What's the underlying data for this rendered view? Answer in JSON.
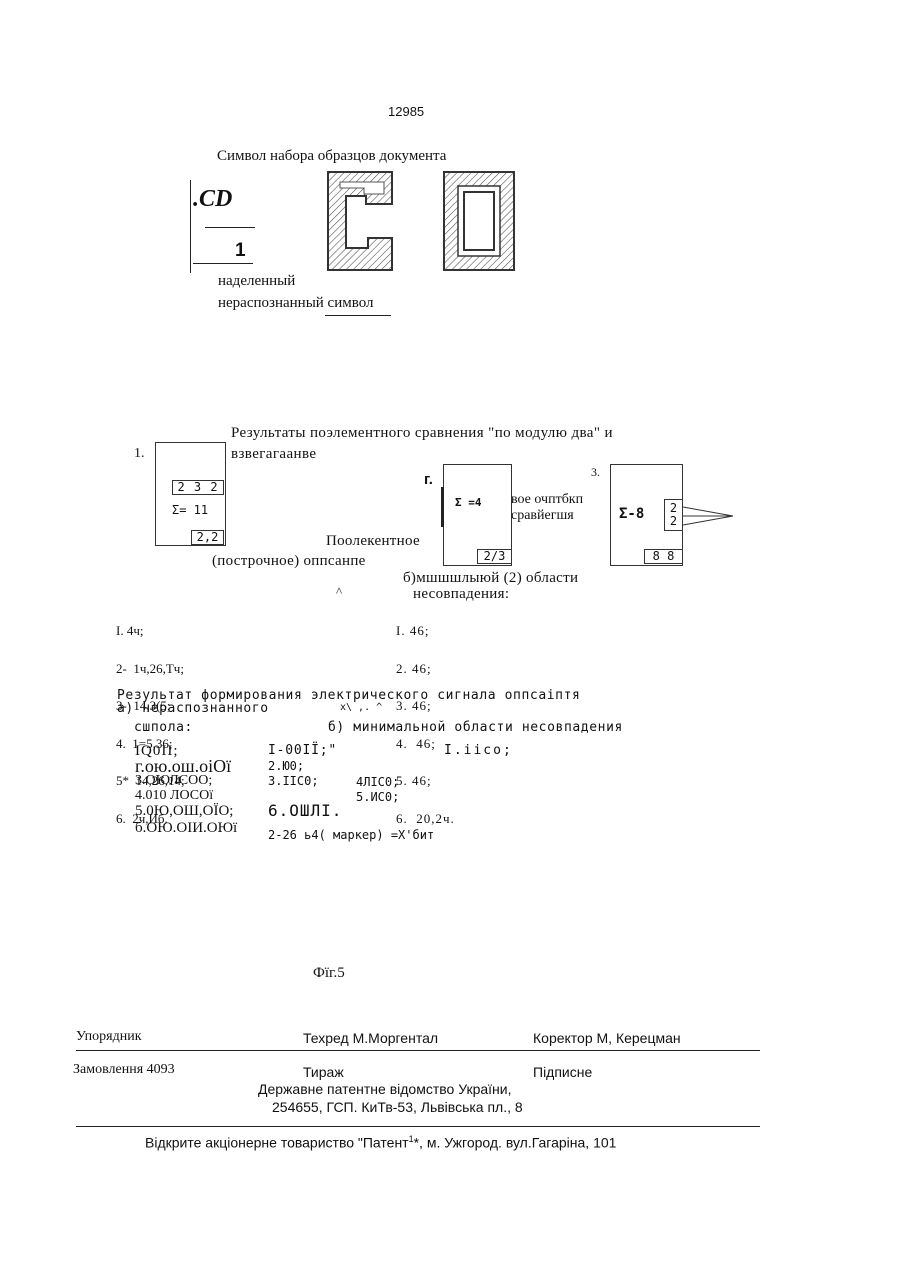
{
  "page_number": "12985",
  "fig1": {
    "title": "Символ набора образцов документа",
    "cd_label": ".CD",
    "one_label": "1",
    "caption_line1": "наделенный",
    "caption_line2": "нераспознанный символ"
  },
  "fig2": {
    "title_line1": "Результаты поэлементного сравнения \"по модулю два\" и",
    "title_line2": "взвегагаанве",
    "box1": {
      "num": "1.",
      "cells_top": "2 3 2",
      "sigma": "Σ= 11",
      "cell_bottom": "2,2"
    },
    "box2": {
      "num": "г.",
      "sigma": "Σ =4",
      "cell_bottom": "2/3"
    },
    "box3": {
      "num": "3.",
      "sigma": "Σ-8",
      "cell_side": "2 2",
      "cell_bottom": "8 8"
    },
    "side_text1": "вое очптбкп",
    "side_text2": "сравйегшя",
    "caption_mid": "Поолекентное",
    "caption_left": "(построчное) оппсанпе",
    "caption_right1": "б)мшшшлыюй   (2) области",
    "caption_right2": "несовпадения:",
    "caret": "^"
  },
  "list_left": [
    "I. 4ч;",
    "2-  1ч,26,Тч;",
    "3-  14,3(5;",
    "4.  1=5,36;",
    "5*  14,26,14;",
    "6.  2ч,Иб."
  ],
  "list_right": [
    "I. 46;",
    "2. 46;",
    "3. 46;",
    "4.  46;",
    "5. 46;",
    "6.  20,2ч."
  ],
  "result": {
    "line1": "Результат формирования электрического сигнала оппсаiптя",
    "line2a": "а) нераспознанного",
    "marks": "x\\         ,.  ^",
    "line3a": "сшпола:",
    "line3b": "б) минимальной области несовпадения"
  },
  "codes_left": [
    "IQ0II;",
    "г.ою.ош.оiОї",
    "3.ОЮЛСОО;",
    "4.010 ЛОСОї",
    "5.0Ю,ОШ,ОЇО;",
    "б.ОЮ.ОIИ.ОЮї"
  ],
  "codes_mid": [
    "I-00IЇ;\"",
    "2.Ю0;",
    "3.IIC0;",
    "",
    "",
    ""
  ],
  "codes_mid2": [
    "4ЛIC0;",
    "5.ИС0;"
  ],
  "codes_right": "I.iico;",
  "code_big": "6.ОШЛI.",
  "code_note": "2-26 ь4( маркер) =Х'бит",
  "fig_label": "Фïг.5",
  "footer": {
    "compiler": "Упорядник",
    "techred": "Техред М.Моргентал",
    "corrector": "Коректор М, Керецман",
    "order": "Замовлення 4093",
    "circulation": "Тираж",
    "signed": "Підписне",
    "office": "Державне патентне відомство України,",
    "address": "254655, ГСП. КиТв-53, Львівська пл., 8",
    "publisher_a": "Відкрите акціонерне товариство  \"Патент",
    "publisher_sup": "1",
    "publisher_b": "*, м. Ужгород. вул.Гагаріна, 101"
  }
}
